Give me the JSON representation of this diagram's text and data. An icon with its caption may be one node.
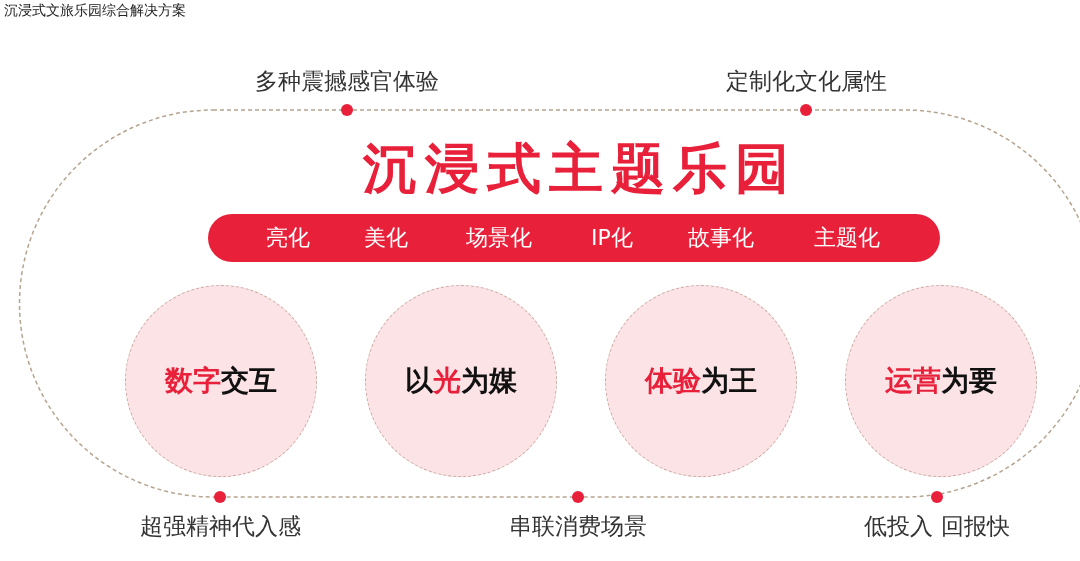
{
  "diagram": {
    "title": "沉浸式文旅乐园综合解决方案",
    "nodes": [
      {
        "text": [
          "沉浸式主题乐园"
        ]
      },
      {
        "text": [
          "亮化",
          "美化",
          "场景化",
          "IP化",
          "故事化",
          "主题化"
        ]
      },
      {
        "text": [
          "**数字**交互"
        ]
      },
      {
        "text": [
          "以**光**为媒"
        ]
      },
      {
        "text": [
          "**体验**为王"
        ]
      },
      {
        "text": [
          "**运营**为要"
        ]
      }
    ],
    "labels": [
      "多种震撼感官体验",
      "定制化文化属性",
      "超强精神代入感",
      "串联消费场景",
      "低投入 回报快"
    ]
  }
}
